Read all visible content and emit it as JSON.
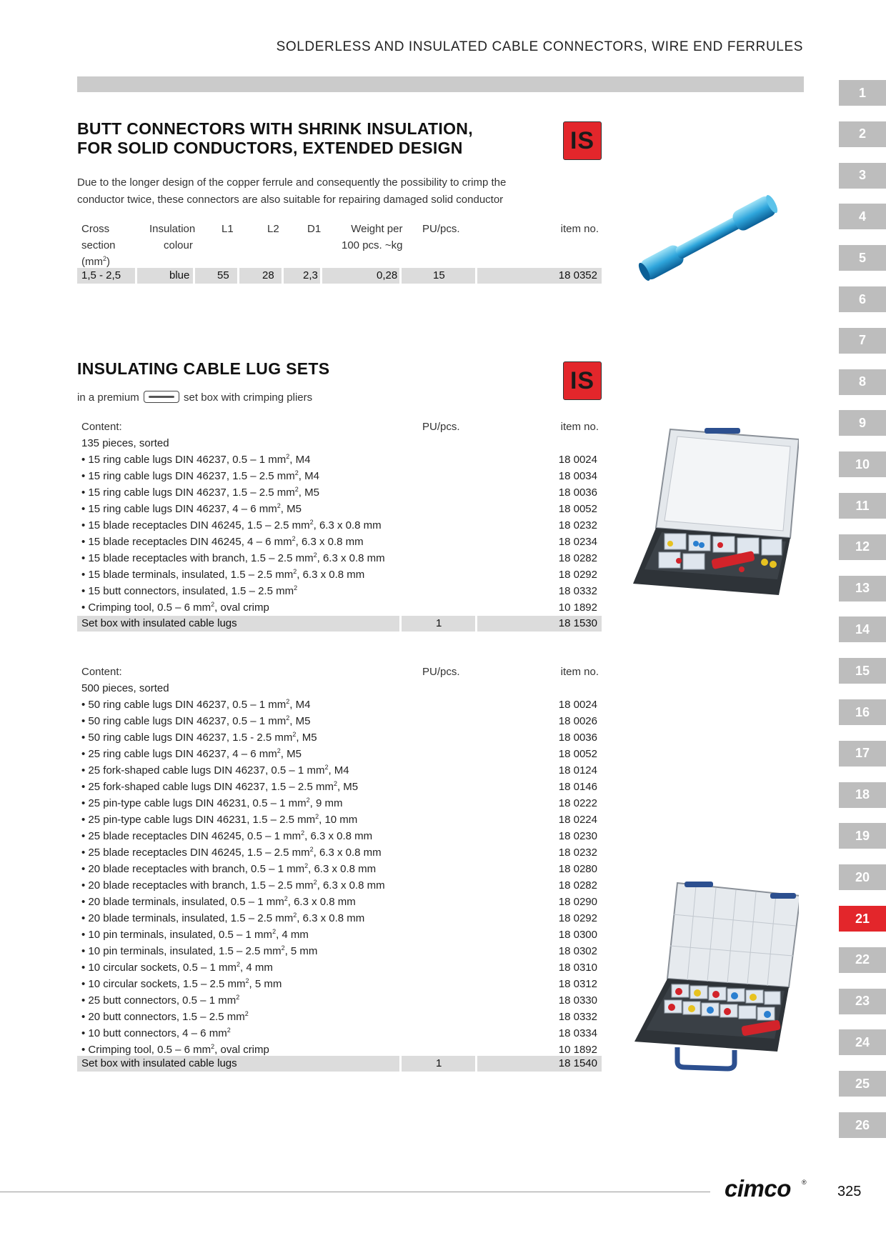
{
  "header": {
    "title": "SOLDERLESS AND INSULATED CABLE CONNECTORS, WIRE END FERRULES"
  },
  "section1": {
    "title_line1": "BUTT CONNECTORS WITH SHRINK INSULATION,",
    "title_line2": "FOR SOLID CONDUCTORS, EXTENDED DESIGN",
    "badge": "IS",
    "desc_line1": "Due to the longer design of the copper ferrule and consequently the possibility to crimp the",
    "desc_line2": "conductor twice, these connectors are also suitable for repairing damaged solid conductor",
    "head": {
      "cross1": "Cross",
      "cross2": "section",
      "cross3": "(mm",
      "cross3_sup": "2",
      "cross3_end": ")",
      "ins1": "Insulation",
      "ins2": "colour",
      "l1": "L1",
      "l2": "L2",
      "d1": "D1",
      "w1": "Weight per",
      "w2": "100 pcs. ~kg",
      "pu": "PU/pcs.",
      "item": "item no."
    },
    "row": {
      "cross": "1,5 - 2,5",
      "colour": "blue",
      "l1": "55",
      "l2": "28",
      "d1": "2,3",
      "weight": "0,28",
      "pu": "15",
      "item": "18 0352"
    }
  },
  "section2": {
    "title": "INSULATING CABLE LUG SETS",
    "badge": "IS",
    "subtitle_before": "in a premium",
    "subtitle_after": "set box with crimping pliers",
    "set1": {
      "content_label": "Content:",
      "pu_label": "PU/pcs.",
      "item_label": "item no.",
      "count": "135 pieces, sorted",
      "items": [
        {
          "pre": "• 15 ring cable lugs DIN 46237, 0.5 – 1 mm",
          "sup": "2",
          "post": ", M4",
          "no": "18 0024"
        },
        {
          "pre": "• 15 ring cable lugs DIN 46237, 1.5 – 2.5 mm",
          "sup": "2",
          "post": ", M4",
          "no": "18 0034"
        },
        {
          "pre": "• 15 ring cable lugs DIN 46237, 1.5 – 2.5 mm",
          "sup": "2",
          "post": ", M5",
          "no": "18 0036"
        },
        {
          "pre": "• 15 ring cable lugs DIN 46237, 4 – 6 mm",
          "sup": "2",
          "post": ", M5",
          "no": "18 0052"
        },
        {
          "pre": "• 15 blade receptacles DIN 46245, 1.5 – 2.5 mm",
          "sup": "2",
          "post": ", 6.3 x 0.8 mm",
          "no": "18 0232"
        },
        {
          "pre": "• 15 blade receptacles DIN 46245, 4 – 6 mm",
          "sup": "2",
          "post": ", 6.3 x 0.8 mm",
          "no": "18 0234"
        },
        {
          "pre": "• 15 blade receptacles with branch, 1.5 – 2.5 mm",
          "sup": "2",
          "post": ", 6.3 x 0.8 mm",
          "no": "18 0282"
        },
        {
          "pre": "• 15 blade terminals, insulated, 1.5 – 2.5 mm",
          "sup": "2",
          "post": ", 6.3 x 0.8 mm",
          "no": "18 0292"
        },
        {
          "pre": "• 15 butt connectors, insulated, 1.5 – 2.5 mm",
          "sup": "2",
          "post": "",
          "no": "18 0332"
        },
        {
          "pre": "• Crimping tool, 0.5 – 6 mm",
          "sup": "2",
          "post": ", oval crimp",
          "no": "10 1892"
        }
      ],
      "total": {
        "label": "Set box with insulated cable lugs",
        "pu": "1",
        "no": "18 1530"
      }
    },
    "set2": {
      "content_label": "Content:",
      "pu_label": "PU/pcs.",
      "item_label": "item no.",
      "count": "500 pieces, sorted",
      "items": [
        {
          "pre": "• 50 ring cable lugs DIN 46237, 0.5 – 1 mm",
          "sup": "2",
          "post": ", M4",
          "no": "18 0024"
        },
        {
          "pre": "• 50 ring cable lugs DIN 46237, 0.5 – 1 mm",
          "sup": "2",
          "post": ", M5",
          "no": "18 0026"
        },
        {
          "pre": "• 50 ring cable lugs DIN 46237, 1.5 - 2.5 mm",
          "sup": "2",
          "post": ", M5",
          "no": "18 0036"
        },
        {
          "pre": "• 25 ring cable lugs DIN 46237, 4 – 6 mm",
          "sup": "2",
          "post": ", M5",
          "no": "18 0052"
        },
        {
          "pre": "• 25 fork-shaped cable lugs DIN 46237, 0.5 – 1 mm",
          "sup": "2",
          "post": ", M4",
          "no": "18 0124"
        },
        {
          "pre": "• 25 fork-shaped cable lugs DIN 46237, 1.5 – 2.5 mm",
          "sup": "2",
          "post": ", M5",
          "no": "18 0146"
        },
        {
          "pre": "• 25 pin-type cable lugs DIN 46231, 0.5 – 1 mm",
          "sup": "2",
          "post": ", 9 mm",
          "no": "18 0222"
        },
        {
          "pre": "• 25 pin-type cable lugs DIN 46231, 1.5 – 2.5 mm",
          "sup": "2",
          "post": ", 10 mm",
          "no": "18 0224"
        },
        {
          "pre": "• 25 blade receptacles DIN 46245, 0.5 – 1 mm",
          "sup": "2",
          "post": ", 6.3 x 0.8 mm",
          "no": "18 0230"
        },
        {
          "pre": "• 25 blade receptacles DIN 46245, 1.5 – 2.5 mm",
          "sup": "2",
          "post": ", 6.3 x 0.8 mm",
          "no": "18 0232"
        },
        {
          "pre": "• 20 blade receptacles with branch, 0.5 – 1 mm",
          "sup": "2",
          "post": ", 6.3 x 0.8 mm",
          "no": "18 0280"
        },
        {
          "pre": "• 20 blade receptacles with branch, 1.5 – 2.5 mm",
          "sup": "2",
          "post": ", 6.3 x 0.8 mm",
          "no": "18 0282"
        },
        {
          "pre": "• 20 blade terminals, insulated, 0.5 – 1 mm",
          "sup": "2",
          "post": ", 6.3 x 0.8 mm",
          "no": "18 0290"
        },
        {
          "pre": "• 20 blade terminals, insulated, 1.5 – 2.5 mm",
          "sup": "2",
          "post": ", 6.3 x 0.8 mm",
          "no": "18 0292"
        },
        {
          "pre": "• 10 pin terminals, insulated, 0.5 – 1 mm",
          "sup": "2",
          "post": ", 4 mm",
          "no": "18 0300"
        },
        {
          "pre": "• 10 pin terminals, insulated, 1.5 – 2.5 mm",
          "sup": "2",
          "post": ", 5 mm",
          "no": "18 0302"
        },
        {
          "pre": "• 10 circular sockets, 0.5 – 1 mm",
          "sup": "2",
          "post": ", 4 mm",
          "no": "18 0310"
        },
        {
          "pre": "• 10 circular sockets, 1.5 – 2.5 mm",
          "sup": "2",
          "post": ", 5 mm",
          "no": "18 0312"
        },
        {
          "pre": "• 25 butt connectors, 0.5 – 1 mm",
          "sup": "2",
          "post": "",
          "no": "18 0330"
        },
        {
          "pre": "• 20 butt connectors, 1.5 – 2.5 mm",
          "sup": "2",
          "post": "",
          "no": "18 0332"
        },
        {
          "pre": "• 10 butt connectors, 4 – 6 mm",
          "sup": "2",
          "post": "",
          "no": "18 0334"
        },
        {
          "pre": "• Crimping tool, 0.5 – 6 mm",
          "sup": "2",
          "post": ", oval crimp",
          "no": "10 1892"
        }
      ],
      "total": {
        "label": "Set box with insulated cable lugs",
        "pu": "1",
        "no": "18 1540"
      }
    }
  },
  "tabs": [
    "1",
    "2",
    "3",
    "4",
    "5",
    "6",
    "7",
    "8",
    "9",
    "10",
    "11",
    "12",
    "13",
    "14",
    "15",
    "16",
    "17",
    "18",
    "19",
    "20",
    "21",
    "22",
    "23",
    "24",
    "25",
    "26"
  ],
  "active_tab": "21",
  "footer": {
    "logo": "cimco",
    "reg": "®",
    "page": "325"
  },
  "colors": {
    "accent": "#e3262b",
    "tab": "#bdbdbd",
    "shade": "#dcdcdc",
    "bar": "#cbcbcb"
  }
}
